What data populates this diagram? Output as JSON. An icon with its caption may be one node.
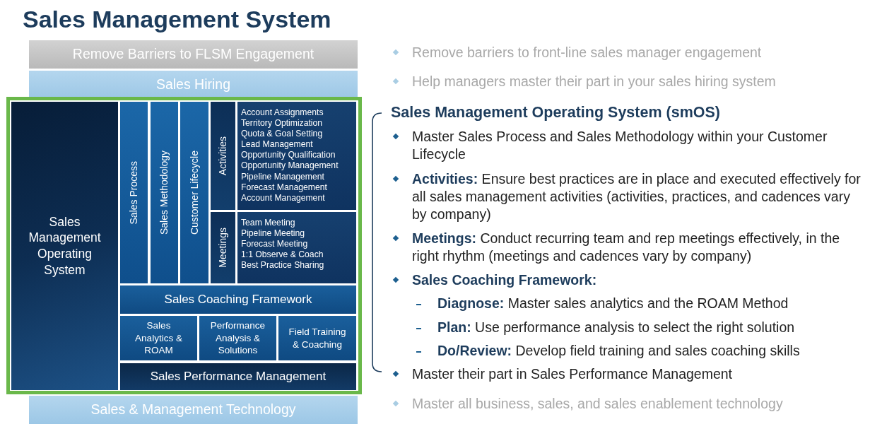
{
  "diagram": {
    "title": "Sales Management System",
    "nodes": [
      {
        "text": [
          "Remove Barriers to FLSM Engagement"
        ]
      },
      {
        "text": [
          "Sales Hiring"
        ]
      },
      {
        "text": [],
        "shape": "box"
      },
      {
        "text": [
          "Sales Management Operating System"
        ],
        "in": 2
      },
      {
        "text": [
          "Sales Process"
        ],
        "in": 2
      },
      {
        "text": [
          "Sales Methodology"
        ],
        "in": 2
      },
      {
        "text": [
          "Customer Lifecycle"
        ],
        "in": 2
      },
      {
        "text": [
          "Activities"
        ],
        "in": 2
      },
      {
        "text": [
          "Account Assignments",
          "Territory Optimization",
          "Quota & Goal Setting",
          "Lead Management",
          "Opportunity Qualification",
          "Opportunity Management",
          "Pipeline Management",
          "Forecast Management",
          "Account Management"
        ],
        "in": 2
      },
      {
        "text": [
          "Meetings"
        ],
        "in": 2
      },
      {
        "text": [
          "Team Meeting",
          "Pipeline Meeting",
          "Forecast Meeting",
          "1:1 Observe & Coach",
          "Best Practice Sharing"
        ],
        "in": 2
      },
      {
        "text": [
          "Sales Coaching Framework"
        ],
        "in": 2
      },
      {
        "text": [
          "Sales Analytics & ROAM"
        ],
        "in": 2
      },
      {
        "text": [
          "Performance Analysis & Solutions"
        ],
        "in": 2
      },
      {
        "text": [
          "Field Training & Coaching"
        ],
        "in": 2
      },
      {
        "text": [
          "Sales Performance Management"
        ],
        "in": 2
      },
      {
        "text": [
          "Sales & Management Technology"
        ]
      }
    ],
    "edges": [],
    "labels": [
      "Remove barriers to front-line sales manager engagement",
      "Help managers master their part in your sales hiring system",
      "Sales Management Operating System (smOS)",
      "Master Sales Process and Sales Methodology within your Customer Lifecycle",
      "**Activities:** Ensure best practices are in place and executed effectively for all sales management activities (activities, practices, and cadences vary by company)",
      "**Meetings:** Conduct recurring team and rep meetings effectively, in the right rhythm (meetings and cadences vary by company)",
      "Sales Coaching Framework:",
      "**Diagnose:** Master sales analytics and the ROAM Method",
      "**Plan:** Use performance analysis to select the right solution",
      "**Do/Review:** Develop field training and sales coaching skills",
      "Master their part in Sales Performance Management",
      "Master all business, sales, and sales enablement technology"
    ]
  }
}
